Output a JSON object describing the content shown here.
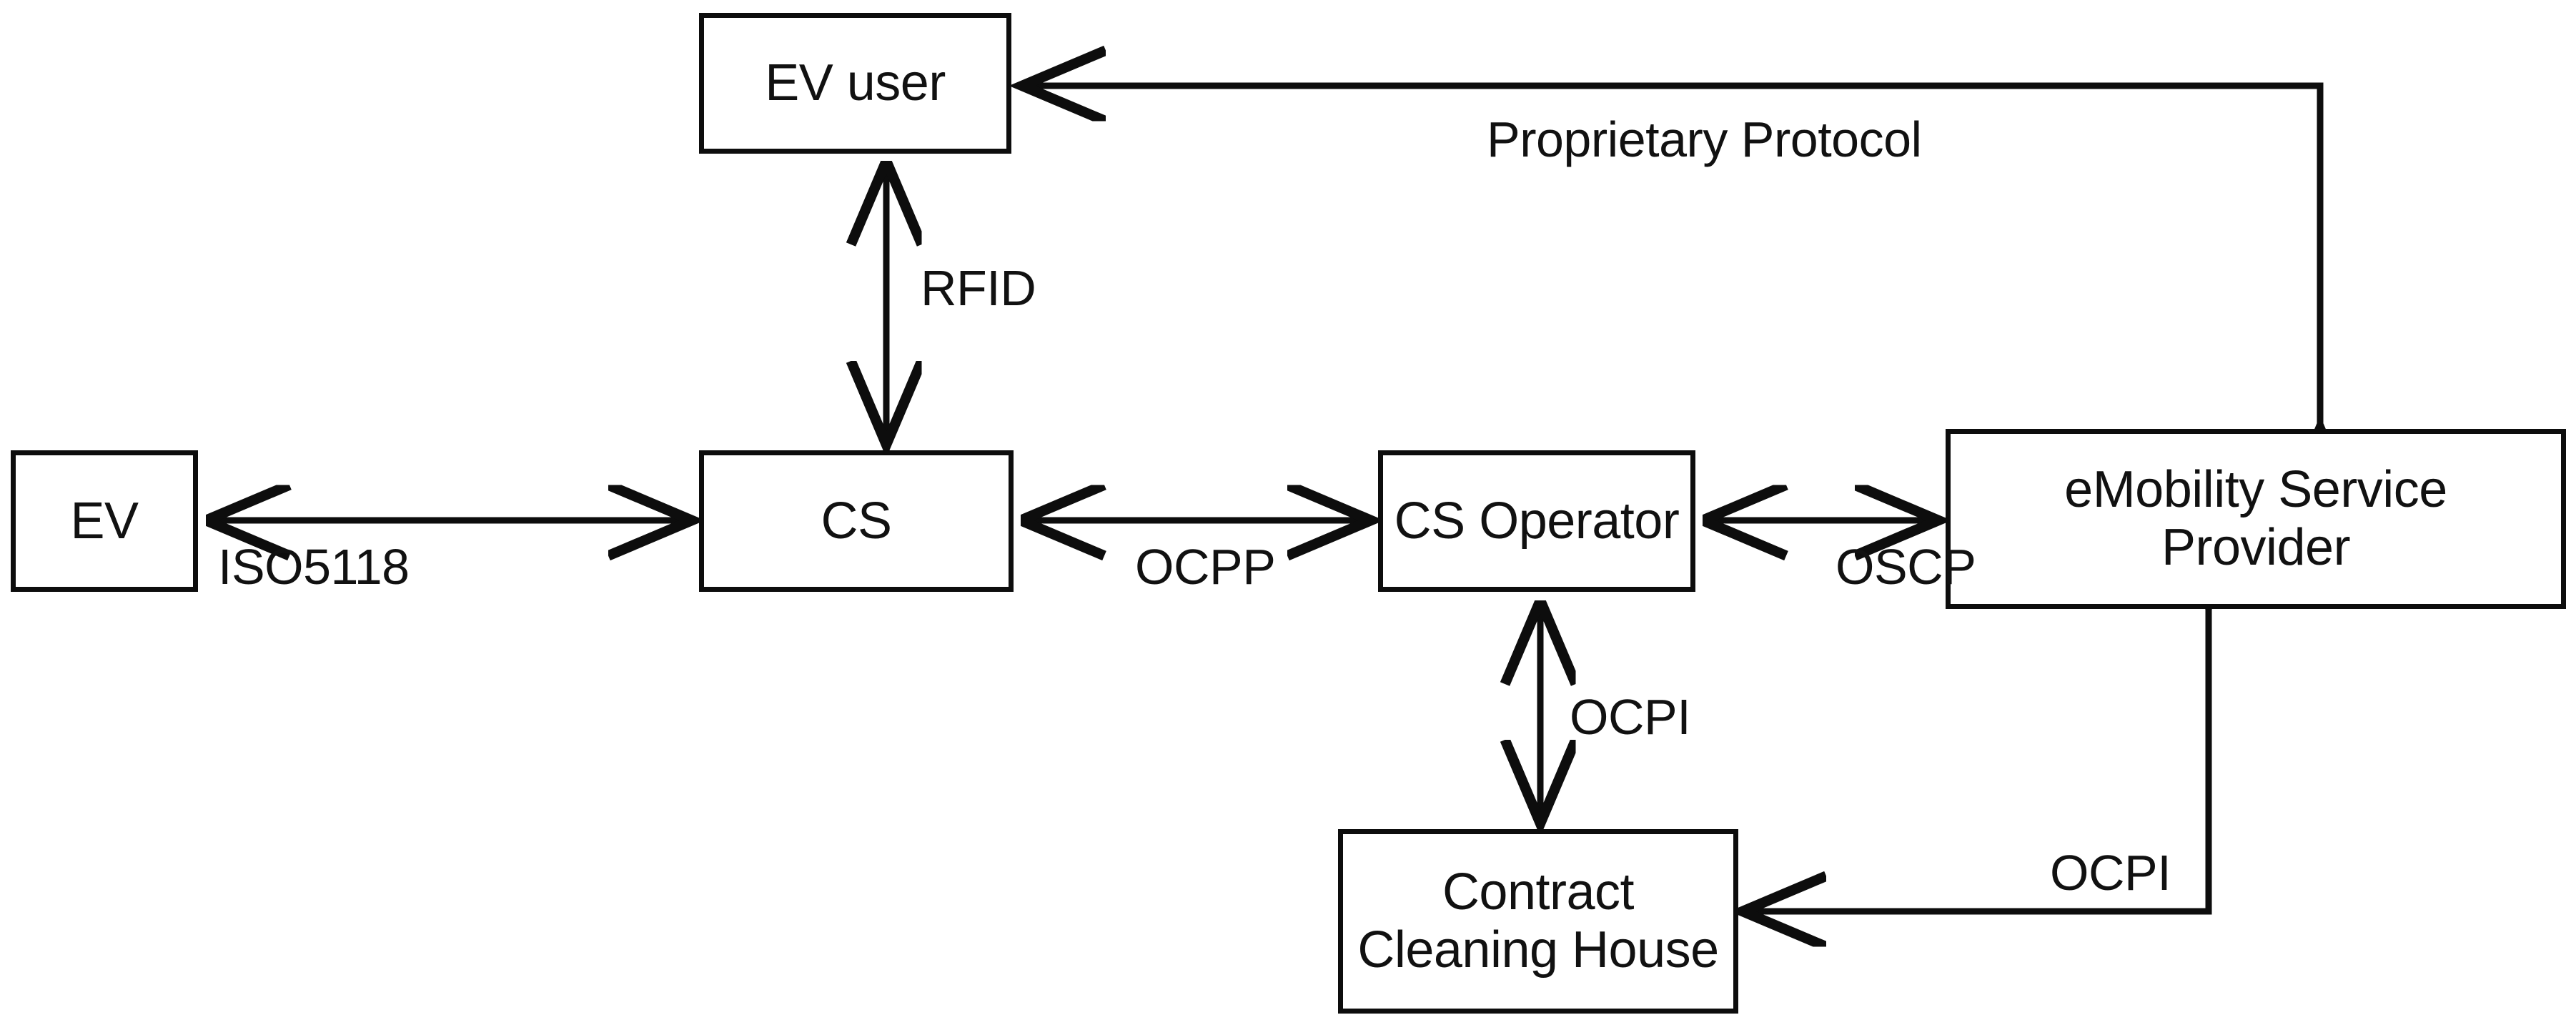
{
  "diagram": {
    "title": "EV charging ecosystem protocol interaction diagram",
    "background_color": "#ffffff",
    "stroke_color": "#0d0d0d",
    "text_color": "#111111",
    "nodes": [
      {
        "id": "ev_user",
        "label": "EV user"
      },
      {
        "id": "ev",
        "label": "EV"
      },
      {
        "id": "cs",
        "label": "CS"
      },
      {
        "id": "cs_operator",
        "label": "CS Operator"
      },
      {
        "id": "emsp",
        "label_line1": "eMobility Service",
        "label_line2": "Provider"
      },
      {
        "id": "cch",
        "label_line1": "Contract",
        "label_line2": "Cleaning House"
      }
    ],
    "edges": [
      {
        "id": "emsp_to_ev_user",
        "label": "Proprietary Protocol",
        "from": "emsp",
        "to": "ev_user",
        "arrow": "single"
      },
      {
        "id": "ev_user_cs",
        "label": "RFID",
        "from": "ev_user",
        "to": "cs",
        "arrow": "double"
      },
      {
        "id": "ev_cs",
        "label": "ISO5118",
        "from": "ev",
        "to": "cs",
        "arrow": "double"
      },
      {
        "id": "cs_cso",
        "label": "OCPP",
        "from": "cs",
        "to": "cs_operator",
        "arrow": "double"
      },
      {
        "id": "cso_emsp",
        "label": "OSCP",
        "from": "cs_operator",
        "to": "emsp",
        "arrow": "double"
      },
      {
        "id": "cso_cch",
        "label": "OCPI",
        "from": "cs_operator",
        "to": "cch",
        "arrow": "double"
      },
      {
        "id": "emsp_cch",
        "label": "OCPI",
        "from": "emsp",
        "to": "cch",
        "arrow": "single"
      }
    ]
  }
}
